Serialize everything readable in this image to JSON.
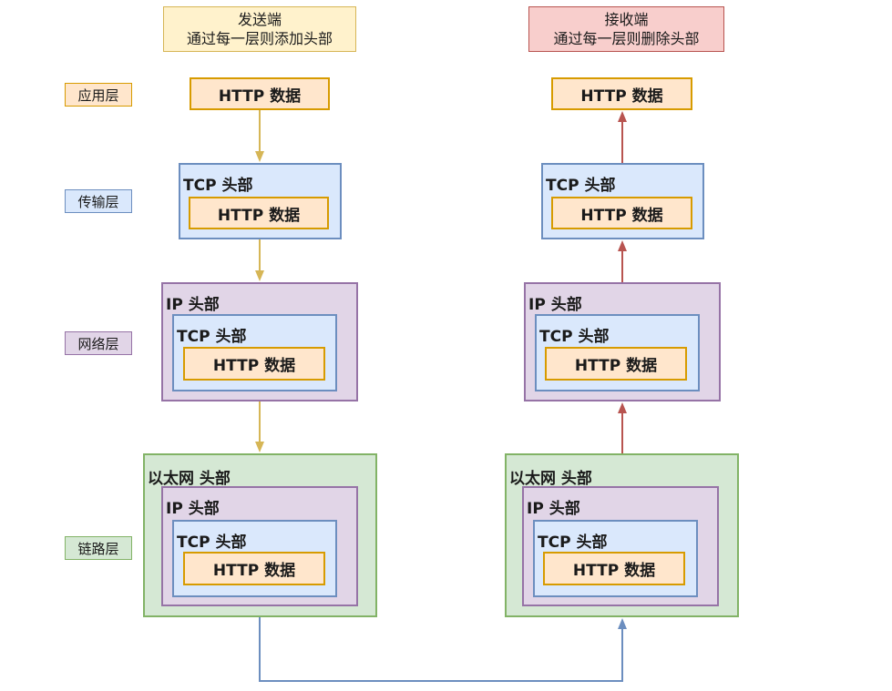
{
  "sender": {
    "title_line1": "发送端",
    "title_line2": "通过每一层则添加头部"
  },
  "receiver": {
    "title_line1": "接收端",
    "title_line2": "通过每一层则删除头部"
  },
  "layers": {
    "application": "应用层",
    "transport": "传输层",
    "network": "网络层",
    "link": "链路层"
  },
  "packet": {
    "http": "HTTP 数据",
    "tcp_header": "TCP 头部",
    "ip_header": "IP 头部",
    "eth_header": "以太网 头部"
  },
  "colors": {
    "sender_arrow": "#d6b656",
    "receiver_arrow": "#b85450",
    "link_line": "#6c8ebf",
    "http_fill": "#ffe6cc",
    "http_border": "#d79b00",
    "tcp_fill": "#dae8fc",
    "tcp_border": "#6c8ebf",
    "ip_fill": "#e1d5e7",
    "ip_border": "#9673a6",
    "eth_fill": "#d5e8d4",
    "eth_border": "#82b366"
  }
}
